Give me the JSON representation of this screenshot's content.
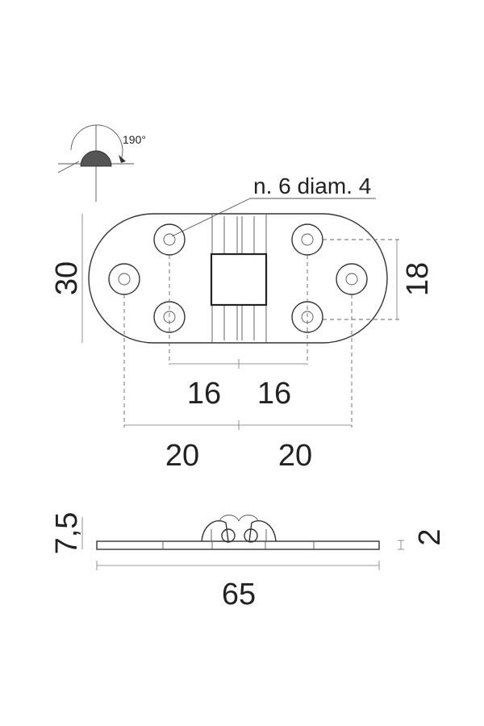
{
  "rotation": {
    "angle_label": "190°"
  },
  "holes_note": "n. 6 diam. 4",
  "dimensions": {
    "height": "30",
    "hole_spacing_vertical": "18",
    "inner_left": "16",
    "inner_right": "16",
    "outer_left": "20",
    "outer_right": "20",
    "side_height": "7,5",
    "thickness": "2",
    "total_length": "65"
  },
  "colors": {
    "line": "#333333",
    "background": "#ffffff"
  }
}
